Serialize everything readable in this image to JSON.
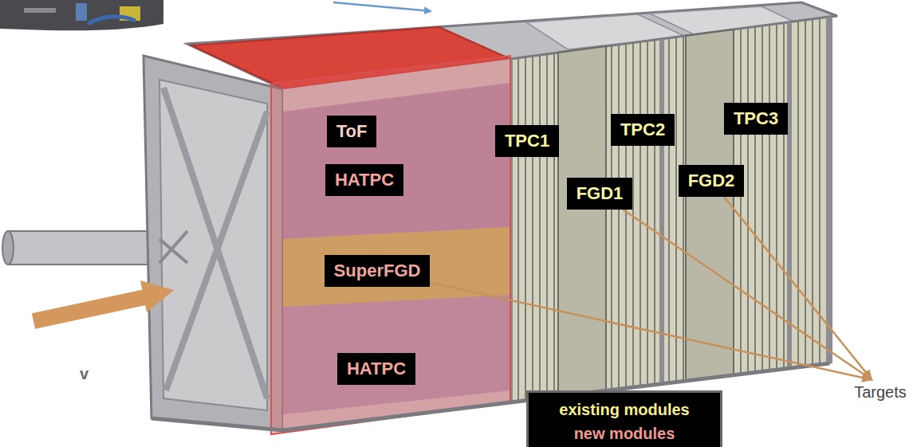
{
  "diagram": {
    "nodes": [
      {
        "text": [
          "ToF"
        ]
      },
      {
        "text": [
          "TPC1"
        ]
      },
      {
        "text": [
          "TPC2"
        ]
      },
      {
        "text": [
          "TPC3"
        ]
      },
      {
        "text": [
          "HATPC"
        ]
      },
      {
        "text": [
          "FGD1"
        ]
      },
      {
        "text": [
          "FGD2"
        ]
      },
      {
        "text": [
          "SuperFGD"
        ]
      },
      {
        "text": [
          "HATPC"
        ]
      },
      {
        "text": [
          "Targets"
        ]
      }
    ],
    "edges": [
      {
        "from": 5,
        "to": 9,
        "arrow": "to"
      },
      {
        "from": 6,
        "to": 9,
        "arrow": "to"
      },
      {
        "from": 7,
        "to": 9,
        "arrow": "to"
      }
    ],
    "labels": [
      "v"
    ],
    "legend": [
      {
        "text": "existing modules",
        "color": "#f7f08c"
      },
      {
        "text": "new modules",
        "color": "#f29a90"
      }
    ]
  }
}
